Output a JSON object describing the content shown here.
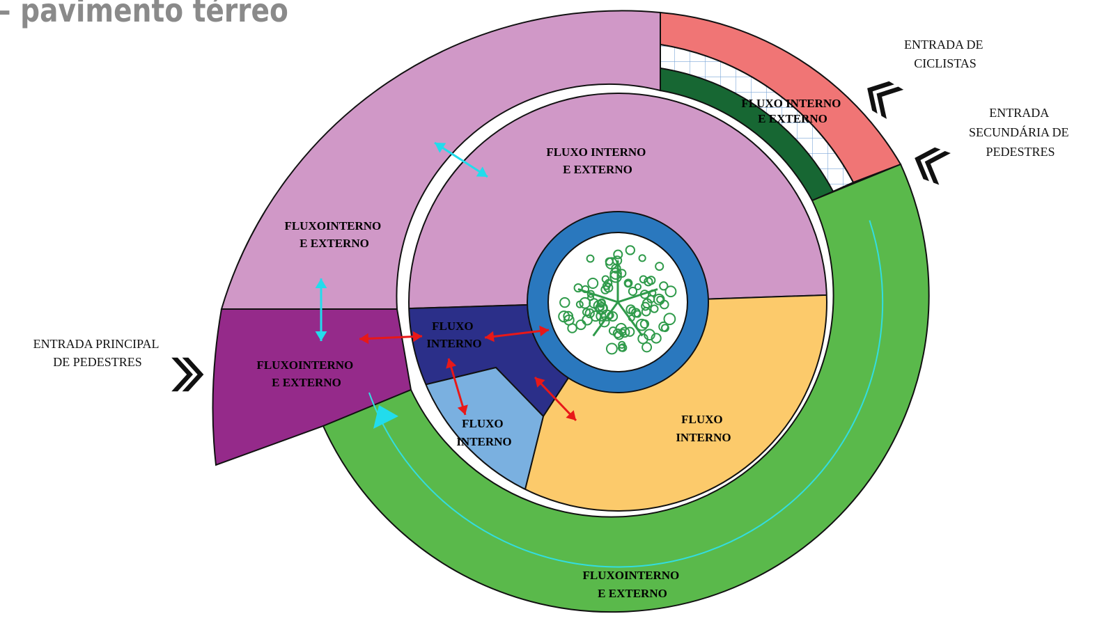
{
  "title": "– pavimento térreo",
  "colors": {
    "light_pink": "#d098c7",
    "purple": "#952a8a",
    "salmon": "#f07575",
    "dark_green": "#176733",
    "green": "#5ab94b",
    "orange": "#fcca6b",
    "navy": "#2b2f89",
    "light_blue": "#7ab0e0",
    "blue_ring": "#2a78be",
    "tree_green": "#2f9a4a",
    "red_arrow": "#e81818",
    "cyan_arrow": "#22dcec"
  },
  "zones": {
    "outer_pink": [
      "FLUXOINTERNO",
      "E EXTERNO"
    ],
    "inner_pink": [
      "FLUXO INTERNO",
      "E EXTERNO"
    ],
    "purple": [
      "FLUXOINTERNO",
      "E EXTERNO"
    ],
    "dark_green": [
      "FLUXO INTERNO",
      "E EXTERNO"
    ],
    "navy": [
      "FLUXO",
      "INTERNO"
    ],
    "light_blue": [
      "FLUXO",
      "INTERNO"
    ],
    "orange": [
      "FLUXO",
      "INTERNO"
    ],
    "green": [
      "FLUXOINTERNO",
      "E EXTERNO"
    ]
  },
  "entrances": {
    "main": [
      "ENTRADA PRINCIPAL",
      "DE PEDESTRES"
    ],
    "cyclists": [
      "ENTRADA DE",
      "CICLISTAS"
    ],
    "secondary": [
      "ENTRADA",
      "SECUNDÁRIA DE",
      "PEDESTRES"
    ]
  }
}
